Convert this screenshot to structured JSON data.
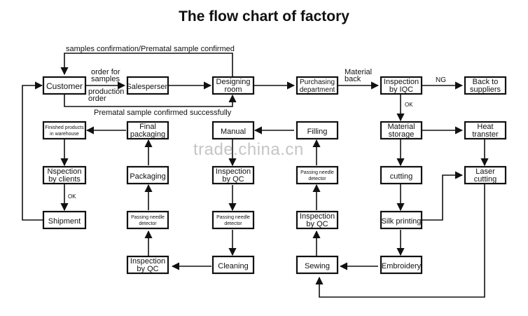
{
  "title": "The flow chart of   factory",
  "watermark": "trade.china.cn",
  "nodes": {
    "customer": [
      "Customer"
    ],
    "salespersen": [
      "Salespersen"
    ],
    "designing_room": [
      "Designing",
      "room"
    ],
    "purchasing": [
      "Purchasing",
      "department"
    ],
    "inspection_iqc": [
      "Inspection",
      "by IQC"
    ],
    "back_to_suppliers": [
      "Back to",
      "suppliers"
    ],
    "final_packaging": [
      "Final",
      "packaging"
    ],
    "finished_products": [
      "Finished products",
      "in warehouse"
    ],
    "manual": [
      "Manual"
    ],
    "filling": [
      "Filling"
    ],
    "material_storage": [
      "Material",
      "storage"
    ],
    "heat_transfer": [
      "Heat",
      "transter"
    ],
    "nspection_clients": [
      "Nspection",
      "by clients"
    ],
    "packaging": [
      "Packaging"
    ],
    "inspection_qc_manual": [
      "Inspection",
      "by QC"
    ],
    "passing_needle_filling": [
      "Passing needle",
      "detector"
    ],
    "cutting": [
      "cutting"
    ],
    "laser_cutting": [
      "Laser",
      "cutting"
    ],
    "shipment": [
      "Shipment"
    ],
    "passing_needle_packaging": [
      "Passing needle",
      "detector"
    ],
    "passing_needle_manual": [
      "Passing needle",
      "detector"
    ],
    "inspection_qc_sewing": [
      "Inspection",
      "by QC"
    ],
    "silk_printing": [
      "Silk printing"
    ],
    "inspection_qc_cleaning": [
      "Inspection",
      "by QC"
    ],
    "cleaning": [
      "Cleaning"
    ],
    "sewing": [
      "Sewing"
    ],
    "embroidery": [
      "Embroidery"
    ]
  },
  "labels": {
    "samples_confirmation": "samples confirmation/Prematal sample confirmed",
    "order_for_samples": [
      "order for",
      "samples"
    ],
    "production_order": [
      "production",
      "order"
    ],
    "premetal_confirmed": "Prematal sample confirmed successfully",
    "material_back": [
      "Material",
      "back"
    ],
    "ng": "NG",
    "ok_iqc": "OK",
    "ok_clients": "OK"
  }
}
